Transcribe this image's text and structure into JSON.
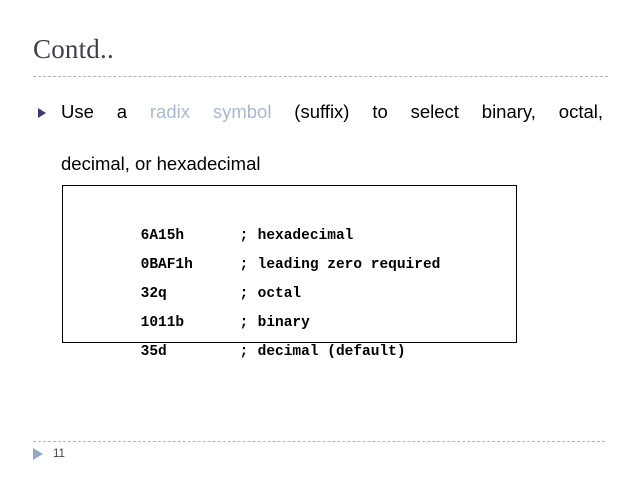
{
  "slide": {
    "title": "Contd..",
    "page_number": "11",
    "accent_color": "#a9bad0",
    "rule_color": "#aab6c8",
    "title_color": "#3f3f4b",
    "bullet_marker_color": "#3b3b6e",
    "footer_marker_color": "#95a9c4"
  },
  "bullet": {
    "marker": "triangle-right",
    "line1_pre": "Use a ",
    "line1_accent": "radix symbol",
    "line1_post": " (suffix) to select binary, octal,",
    "line2": "decimal, or hexadecimal"
  },
  "code_box": {
    "lines": [
      {
        "value": "6A15h",
        "semicolon": ";",
        "comment": "hexadecimal"
      },
      {
        "value": "0BAF1h",
        "semicolon": ";",
        "comment": "leading zero required"
      },
      {
        "value": "32q",
        "semicolon": ";",
        "comment": "octal"
      },
      {
        "value": "1011b",
        "semicolon": ";",
        "comment": "binary"
      },
      {
        "value": "35d",
        "semicolon": ";",
        "comment": "decimal (default)"
      }
    ]
  }
}
